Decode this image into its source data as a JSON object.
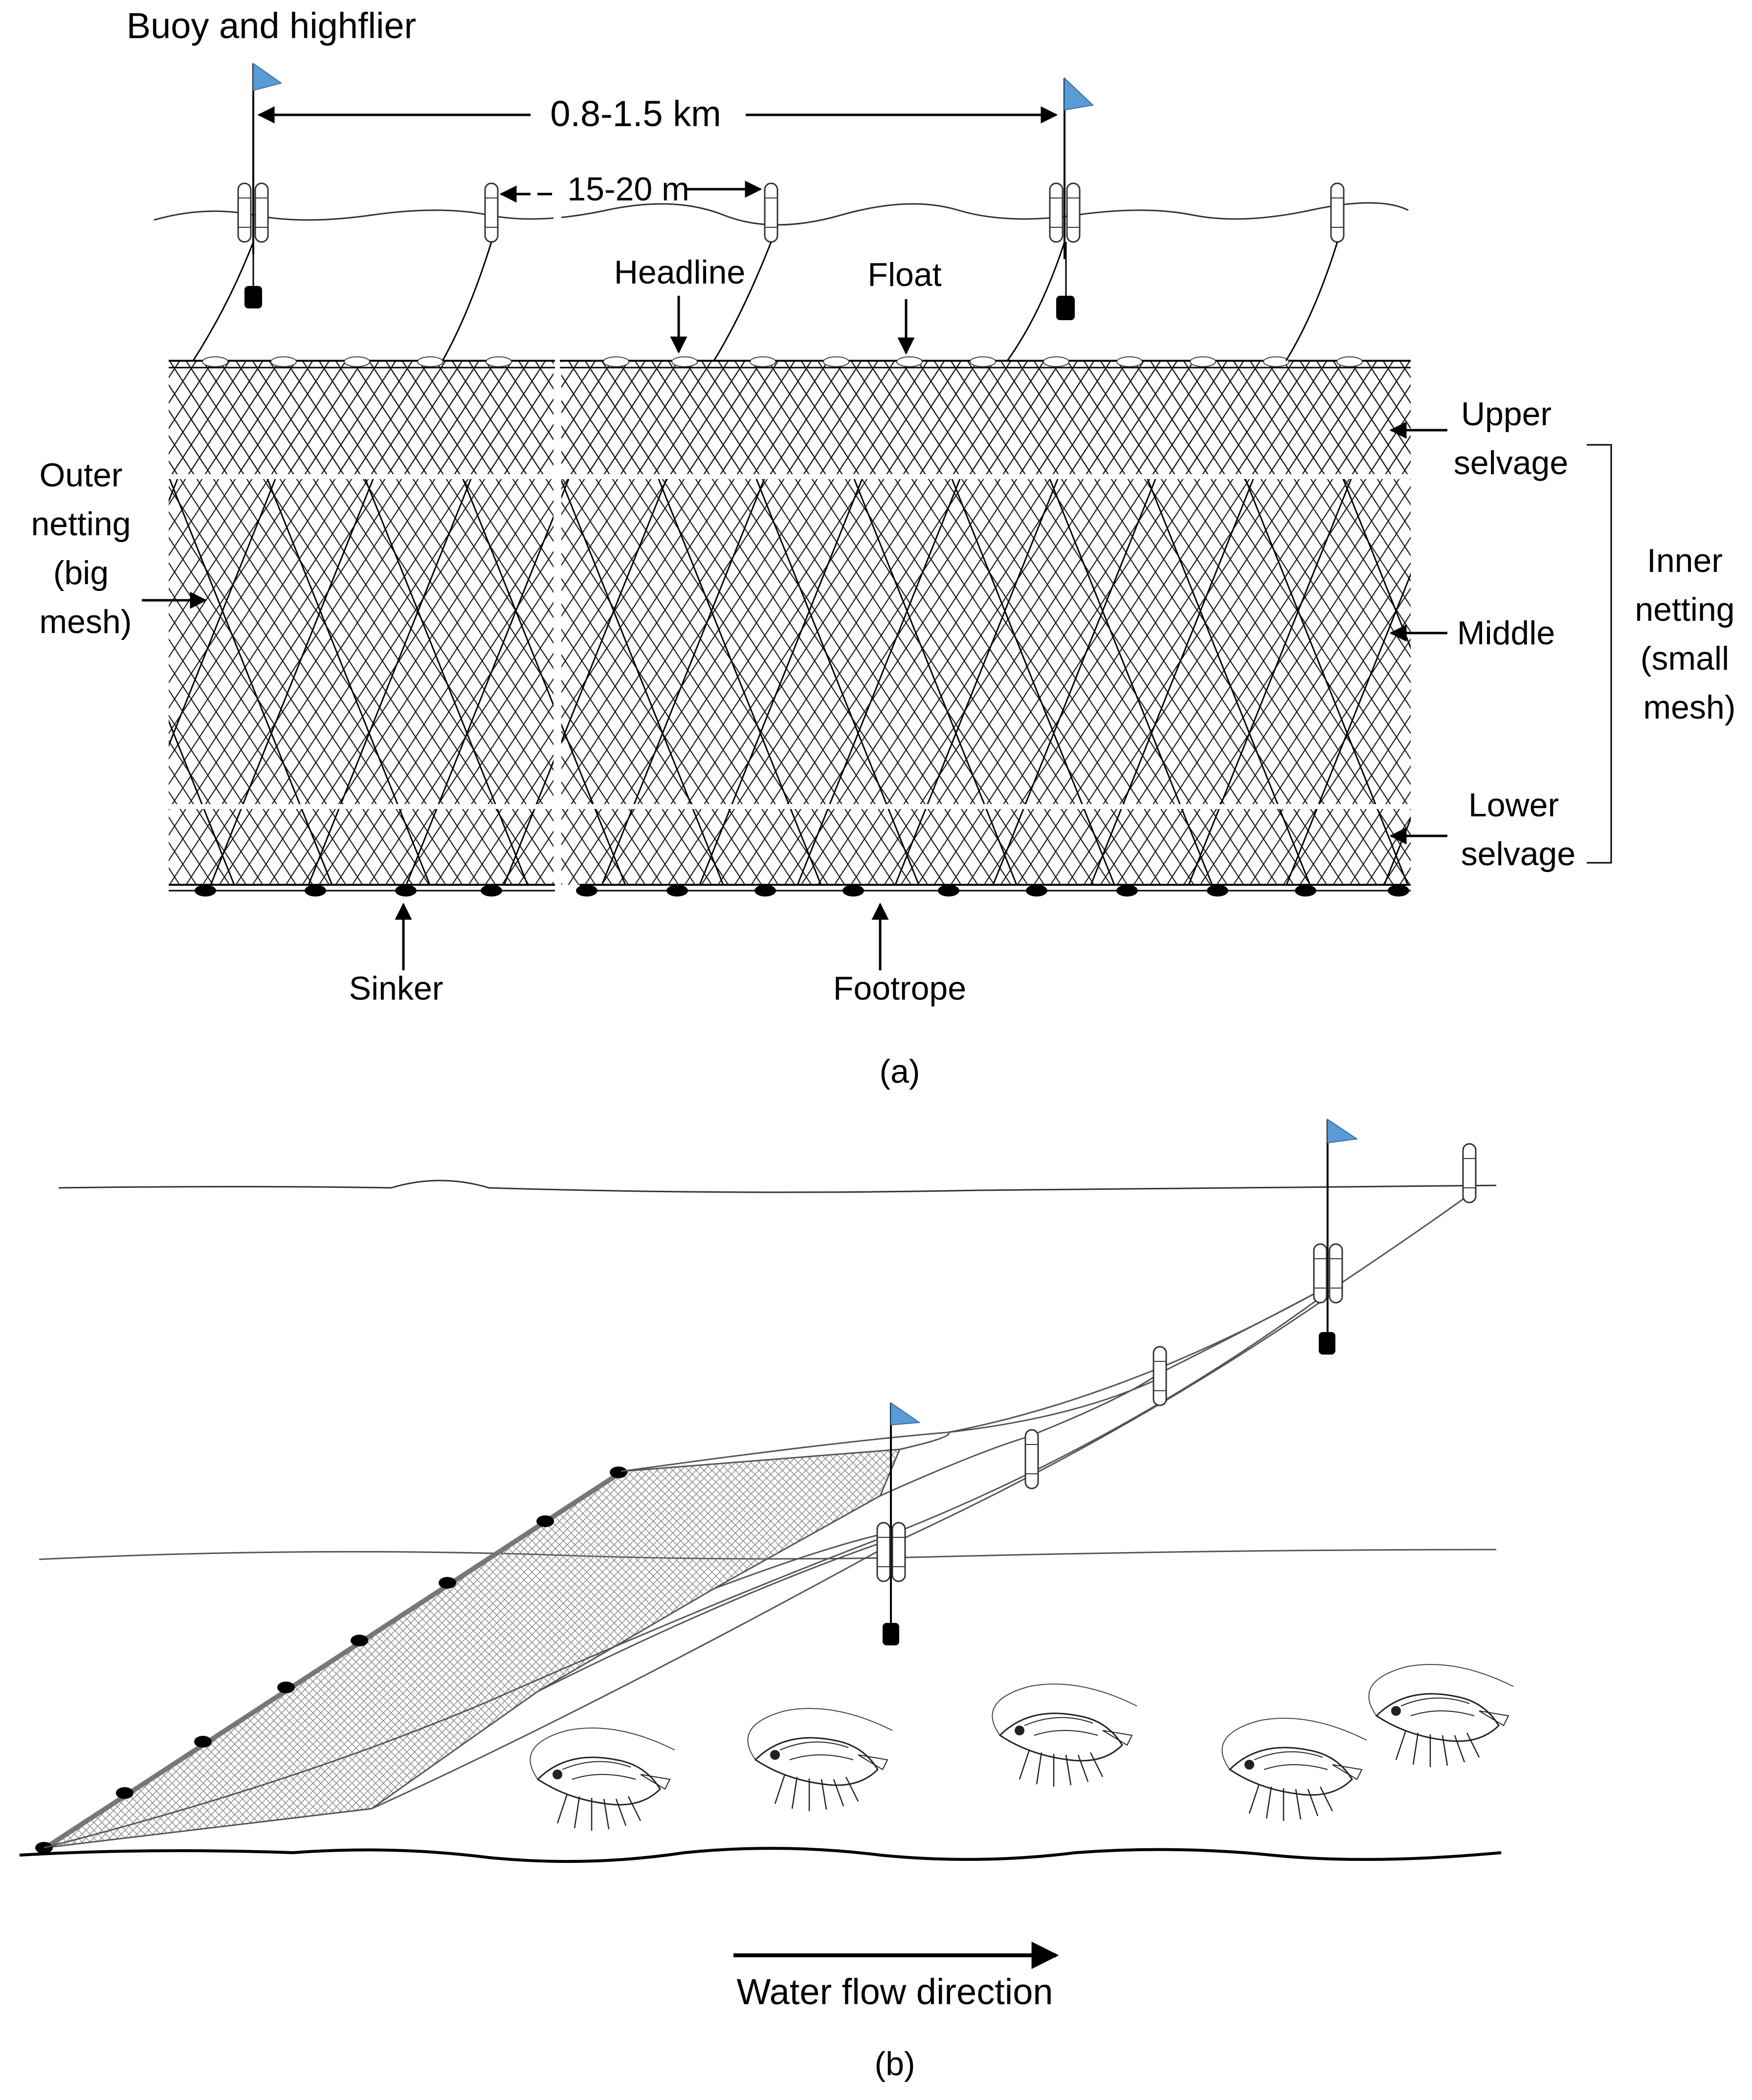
{
  "panel_a": {
    "buoy_label": "Buoy and highflier",
    "distance_long": "0.8-1.5 km",
    "distance_short": "15-20 m",
    "headline": "Headline",
    "float": "Float",
    "upper_selvage": [
      "Upper",
      "selvage"
    ],
    "middle": "Middle",
    "lower_selvage": [
      "Lower",
      "selvage"
    ],
    "inner_netting": [
      "Inner",
      "netting",
      "(small",
      "mesh)"
    ],
    "outer_netting": [
      "Outer",
      "netting",
      "(big",
      "mesh)"
    ],
    "sinker": "Sinker",
    "footrope": "Footrope",
    "caption": "(a)"
  },
  "panel_b": {
    "flow_label": "Water flow direction",
    "caption": "(b)"
  },
  "colors": {
    "flag": "#5b9bd5",
    "ink": "#000000",
    "net_line": "#1a1a1a"
  }
}
